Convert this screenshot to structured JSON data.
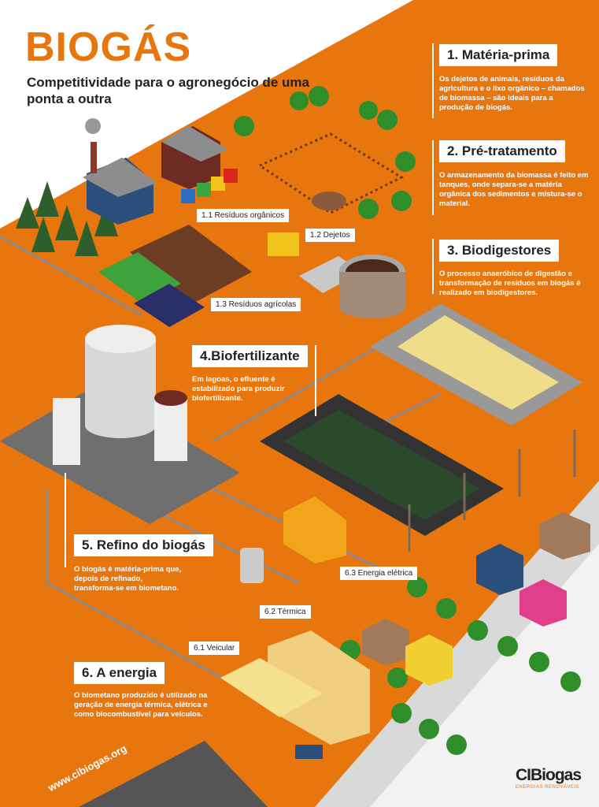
{
  "header": {
    "title": "BIOGÁS",
    "subtitle": "Competitividade para o agronegócio de uma ponta a outra"
  },
  "steps": [
    {
      "title": "1. Matéria-prima",
      "description": "Os dejetos de animais, resíduos da agricultura e o lixo orgânico – chamados de biomassa – são ideais para a produção de biogás."
    },
    {
      "title": "2. Pré-tratamento",
      "description": "O armazenamento da biomassa é feito em tanques, onde separa-se a matéria orgânica dos sedimentos e mistura-se o material."
    },
    {
      "title": "3. Biodigestores",
      "description": "O processo anaeróbico de digestão e transformação de resíduos em biogás é realizado em biodigestores."
    },
    {
      "title": "4.Biofertilizante",
      "description": "Em lagoas, o efluente é estabilizado para produzir biofertilizante."
    },
    {
      "title": "5. Refino do biogás",
      "description": "O biogás é matéria-prima que, depois de refinado, transforma-se em biometano."
    },
    {
      "title": "6. A energia",
      "description": "O biometano produzido é utilizado na geração de energia térmica, elétrica e como biocombustível para veículos."
    }
  ],
  "labels": {
    "residuos_organicos": "1.1 Resíduos orgânicos",
    "dejetos": "1.2 Dejetos",
    "residuos_agricolas": "1.3 Resíduos agrícolas",
    "veicular": "6.1 Veicular",
    "termica": "6.2 Térmica",
    "energia_eletrica": "6.3 Energia elétrica"
  },
  "footer": {
    "url": "www.cibiogas.org",
    "logo_name": "CIBiogas",
    "logo_tagline": "ENERGIAS RENOVÁVEIS"
  },
  "colors": {
    "orange": "#e8760f",
    "white": "#ffffff",
    "dark": "#222222"
  }
}
